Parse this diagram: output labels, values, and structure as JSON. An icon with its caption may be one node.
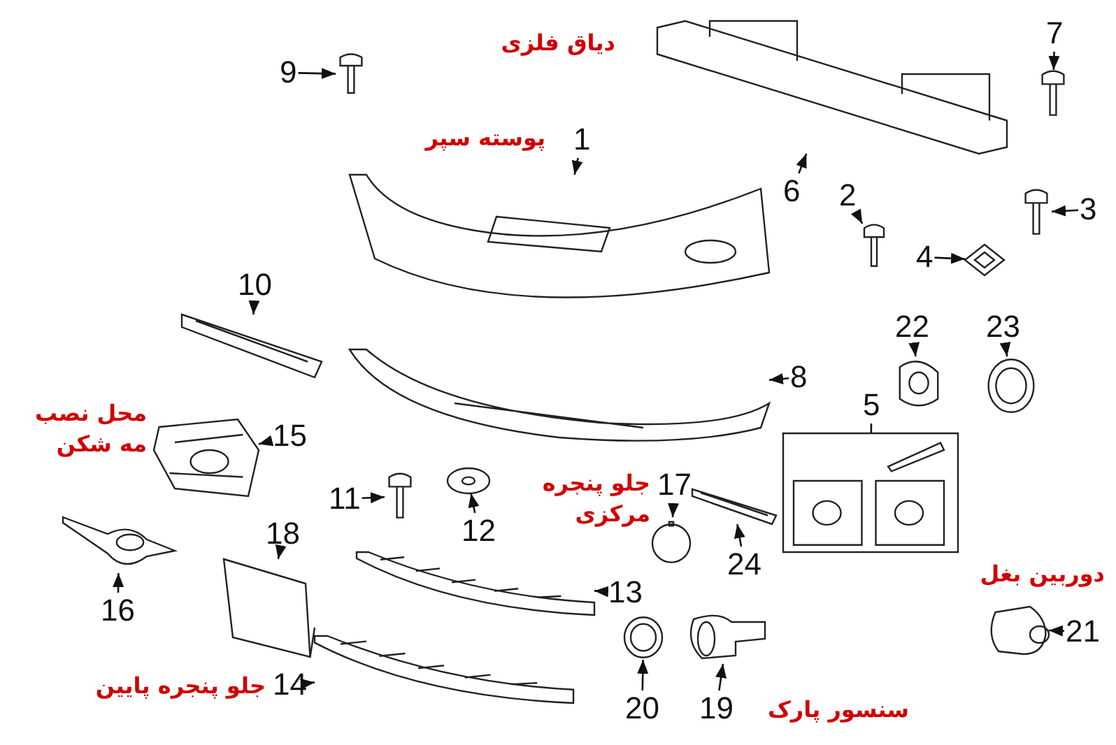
{
  "diagram": {
    "nodes": [
      {
        "text": [
          "7"
        ]
      },
      {
        "text": [],
        "shape": "picture"
      },
      {
        "text": [
          "9"
        ]
      },
      {
        "text": [],
        "shape": "picture"
      },
      {
        "text": [
          "6"
        ]
      },
      {
        "text": [],
        "shape": "picture"
      },
      {
        "text": [
          "1"
        ]
      },
      {
        "text": [],
        "shape": "picture"
      },
      {
        "text": [
          "2"
        ]
      },
      {
        "text": [],
        "shape": "picture"
      },
      {
        "text": [
          "4"
        ]
      },
      {
        "text": [],
        "shape": "picture"
      },
      {
        "text": [
          "3"
        ]
      },
      {
        "text": [],
        "shape": "picture"
      },
      {
        "text": [
          "10"
        ]
      },
      {
        "text": [],
        "shape": "picture"
      },
      {
        "text": [
          "8"
        ]
      },
      {
        "text": [],
        "shape": "picture"
      },
      {
        "text": [
          "22"
        ]
      },
      {
        "text": [],
        "shape": "picture"
      },
      {
        "text": [
          "23"
        ]
      },
      {
        "text": [],
        "shape": "picture"
      },
      {
        "text": [
          "15"
        ]
      },
      {
        "text": [],
        "shape": "picture"
      },
      {
        "text": [
          "11"
        ]
      },
      {
        "text": [],
        "shape": "picture"
      },
      {
        "text": [
          "12"
        ]
      },
      {
        "text": [],
        "shape": "picture"
      },
      {
        "text": [
          "5"
        ]
      },
      {
        "text": [],
        "shape": "box"
      },
      {
        "text": [
          "17"
        ]
      },
      {
        "text": [],
        "shape": "picture"
      },
      {
        "text": [
          "13"
        ]
      },
      {
        "text": [],
        "shape": "picture"
      },
      {
        "text": [
          "18"
        ]
      },
      {
        "text": [],
        "shape": "picture"
      },
      {
        "text": [
          "16"
        ]
      },
      {
        "text": [],
        "shape": "picture"
      },
      {
        "text": [
          "24"
        ]
      },
      {
        "text": [],
        "shape": "picture"
      },
      {
        "text": [
          "21"
        ]
      },
      {
        "text": [],
        "shape": "picture"
      },
      {
        "text": [
          "14"
        ]
      },
      {
        "text": [],
        "shape": "picture"
      },
      {
        "text": [
          "20"
        ]
      },
      {
        "text": [],
        "shape": "picture"
      },
      {
        "text": [
          "19"
        ]
      },
      {
        "text": [],
        "shape": "picture"
      }
    ],
    "edges": [
      {
        "from": 0,
        "to": 1,
        "arrow": "to"
      },
      {
        "from": 2,
        "to": 3,
        "arrow": "to"
      },
      {
        "from": 4,
        "to": 5,
        "arrow": "to"
      },
      {
        "from": 6,
        "to": 7,
        "arrow": "to"
      },
      {
        "from": 8,
        "to": 9,
        "arrow": "to"
      },
      {
        "from": 10,
        "to": 11,
        "arrow": "to"
      },
      {
        "from": 12,
        "to": 13,
        "arrow": "to"
      },
      {
        "from": 14,
        "to": 15,
        "arrow": "to"
      },
      {
        "from": 16,
        "to": 17,
        "arrow": "to"
      },
      {
        "from": 18,
        "to": 19,
        "arrow": "to"
      },
      {
        "from": 20,
        "to": 21,
        "arrow": "to"
      },
      {
        "from": 22,
        "to": 23,
        "arrow": "to"
      },
      {
        "from": 24,
        "to": 25,
        "arrow": "to"
      },
      {
        "from": 26,
        "to": 27,
        "arrow": "to"
      },
      {
        "from": 28,
        "to": 29,
        "arrow": "none"
      },
      {
        "from": 30,
        "to": 31,
        "arrow": "to"
      },
      {
        "from": 32,
        "to": 33,
        "arrow": "to"
      },
      {
        "from": 34,
        "to": 35,
        "arrow": "to"
      },
      {
        "from": 36,
        "to": 37,
        "arrow": "to"
      },
      {
        "from": 38,
        "to": 39,
        "arrow": "to"
      },
      {
        "from": 40,
        "to": 41,
        "arrow": "to"
      },
      {
        "from": 42,
        "to": 43,
        "arrow": "to"
      },
      {
        "from": 44,
        "to": 45,
        "arrow": "to"
      },
      {
        "from": 46,
        "to": 47,
        "arrow": "to"
      }
    ],
    "labels": [
      "دیاق فلزی",
      "پوسته سپر",
      "محل نصب مه شکن",
      "جلو پنجره مرکزی",
      "دوربین بغل",
      "جلو پنجره پایین",
      "سنسور پارک"
    ]
  }
}
